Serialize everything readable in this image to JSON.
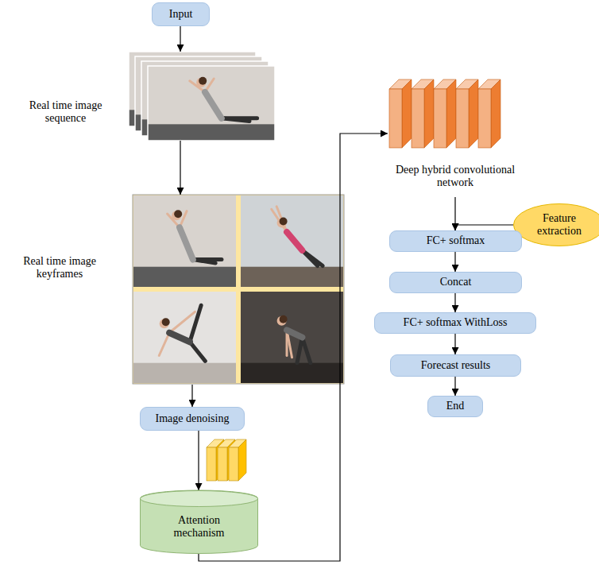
{
  "diagram": {
    "nodes": [
      {
        "text": [
          "Input"
        ]
      },
      {
        "text": [
          "Real time image sequence"
        ]
      },
      {
        "text": [
          "Real time image keyframes"
        ]
      },
      {
        "text": [
          "Image denoising"
        ]
      },
      {
        "text": [
          "Attention mechanism"
        ]
      },
      {
        "text": [
          "Deep hybrid convolutional network"
        ]
      },
      {
        "text": [
          "Feature extraction"
        ]
      },
      {
        "text": [
          "FC+ softmax"
        ]
      },
      {
        "text": [
          "Concat"
        ]
      },
      {
        "text": [
          "FC+ softmax WithLoss"
        ]
      },
      {
        "text": [
          "Forecast results"
        ]
      },
      {
        "text": [
          "End"
        ]
      }
    ],
    "edges": [
      {
        "from": 0,
        "to": 1,
        "arrow": "to"
      },
      {
        "from": 1,
        "to": 2,
        "arrow": "to"
      },
      {
        "from": 2,
        "to": 3,
        "arrow": "to"
      },
      {
        "from": 3,
        "to": 4,
        "arrow": "to"
      },
      {
        "from": 4,
        "to": 5,
        "arrow": "to"
      },
      {
        "from": 5,
        "to": 7,
        "arrow": "to"
      },
      {
        "from": 6,
        "to": 7,
        "arrow": "to"
      },
      {
        "from": 7,
        "to": 8,
        "arrow": "to"
      },
      {
        "from": 8,
        "to": 9,
        "arrow": "to"
      },
      {
        "from": 9,
        "to": 10,
        "arrow": "to"
      },
      {
        "from": 10,
        "to": 11,
        "arrow": "to"
      }
    ]
  }
}
